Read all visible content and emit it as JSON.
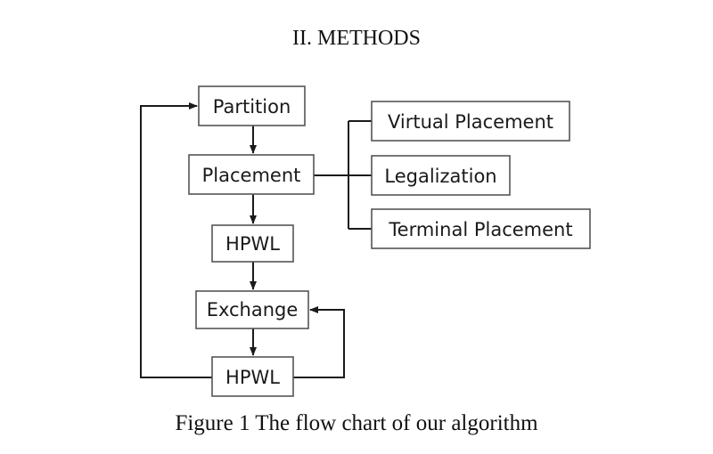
{
  "section_heading": "II. METHODS",
  "figure_caption": "Figure 1 The flow chart of our algorithm",
  "diagram": {
    "nodes": {
      "partition": "Partition",
      "placement": "Placement",
      "hpwl_1": "HPWL",
      "exchange": "Exchange",
      "hpwl_2": "HPWL",
      "virtual_placement": "Virtual Placement",
      "legalization": "Legalization",
      "terminal_placement": "Terminal Placement"
    },
    "edges": [
      {
        "from": "partition",
        "to": "placement"
      },
      {
        "from": "placement",
        "to": "hpwl_1"
      },
      {
        "from": "hpwl_1",
        "to": "exchange"
      },
      {
        "from": "exchange",
        "to": "hpwl_2"
      },
      {
        "from": "hpwl_2",
        "to": "exchange"
      },
      {
        "from": "hpwl_2",
        "to": "partition"
      },
      {
        "from": "placement",
        "to": "virtual_placement"
      },
      {
        "from": "placement",
        "to": "legalization"
      },
      {
        "from": "placement",
        "to": "terminal_placement"
      }
    ]
  }
}
